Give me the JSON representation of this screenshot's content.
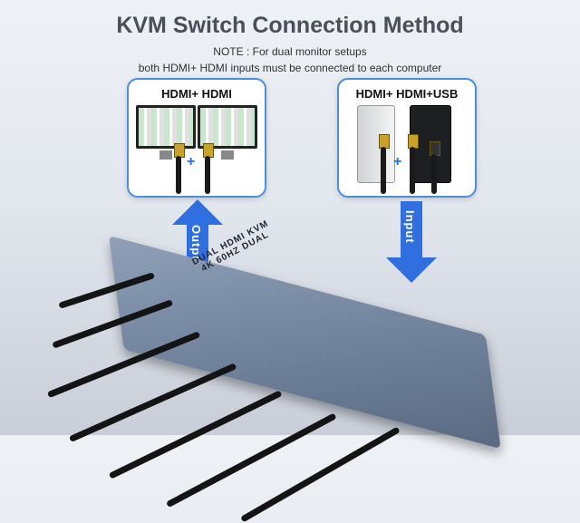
{
  "header": {
    "title": "KVM Switch Connection Method",
    "note_line1": "NOTE : For dual monitor setups",
    "note_line2": "both HDMI+ HDMI inputs must be connected to each computer"
  },
  "panels": {
    "left_label": "HDMI+ HDMI",
    "right_label": "HDMI+ HDMI+USB",
    "plus": "+"
  },
  "arrows": {
    "output_label": "Output",
    "input_label": "Input"
  },
  "device": {
    "model_line1": "DUAL HDMI KVM",
    "model_line2": "4K 60HZ DUAL"
  },
  "colors": {
    "accent": "#1a73e8",
    "title": "#4a4f58"
  }
}
